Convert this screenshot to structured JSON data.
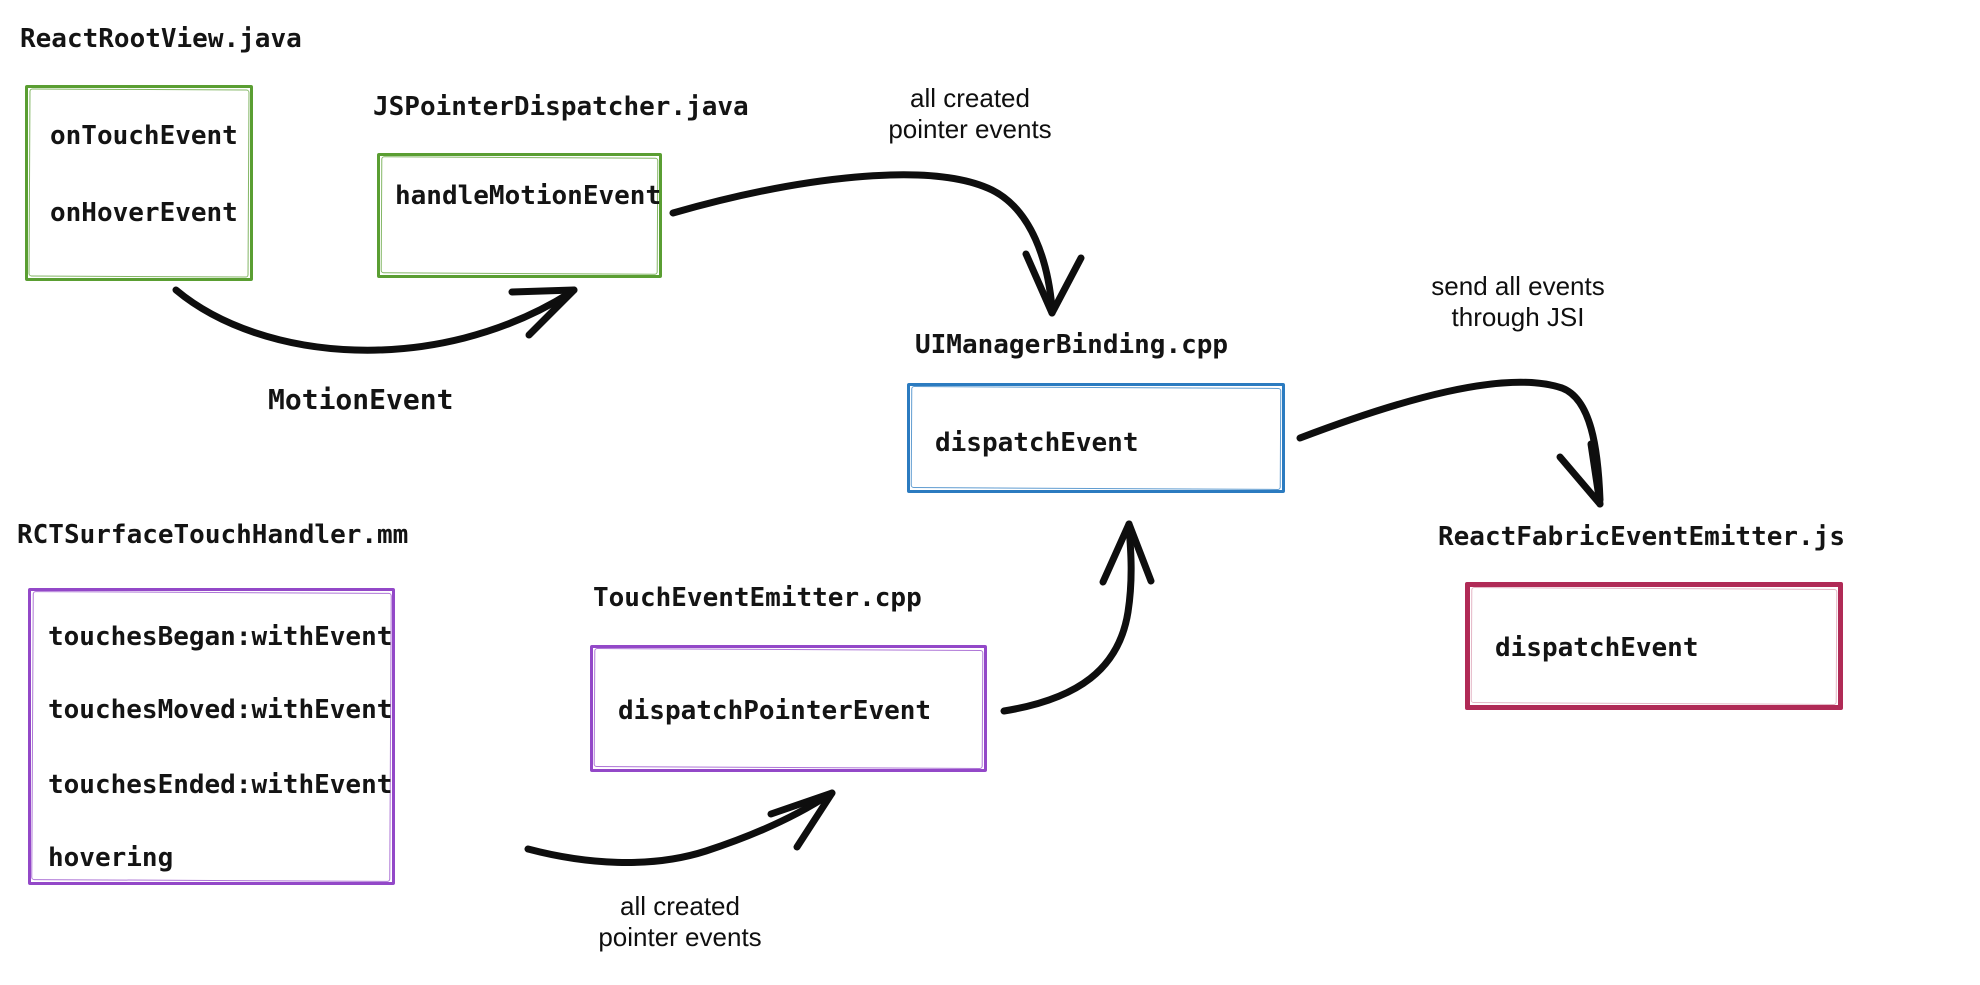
{
  "nodes": {
    "react_root_view": {
      "title": "ReactRootView.java",
      "accent": "#5a9e32",
      "items": [
        "onTouchEvent",
        "onHoverEvent"
      ]
    },
    "js_pointer_dispatcher": {
      "title": "JSPointerDispatcher.java",
      "accent": "#5a9e32",
      "items": [
        "handleMotionEvent"
      ]
    },
    "ui_manager_binding": {
      "title": "UIManagerBinding.cpp",
      "accent": "#2b7bc0",
      "items": [
        "dispatchEvent"
      ]
    },
    "rct_surface_touch_handler": {
      "title": "RCTSurfaceTouchHandler.mm",
      "accent": "#9348c8",
      "items": [
        "touchesBegan:withEvent",
        "touchesMoved:withEvent",
        "touchesEnded:withEvent",
        "hovering"
      ]
    },
    "touch_event_emitter": {
      "title": "TouchEventEmitter.cpp",
      "accent": "#9348c8",
      "items": [
        "dispatchPointerEvent"
      ]
    },
    "react_fabric_event_emitter": {
      "title": "ReactFabricEventEmitter.js",
      "accent": "#b02a56",
      "items": [
        "dispatchEvent"
      ]
    }
  },
  "edges": {
    "motion_event": {
      "from": "react_root_view",
      "to": "js_pointer_dispatcher",
      "label": "MotionEvent"
    },
    "pointer_events_android": {
      "from": "js_pointer_dispatcher",
      "to": "ui_manager_binding",
      "label_line1": "all created",
      "label_line2": "pointer events"
    },
    "jsi": {
      "from": "ui_manager_binding",
      "to": "react_fabric_event_emitter",
      "label_line1": "send all events",
      "label_line2": "through JSI"
    },
    "pointer_events_ios": {
      "from": "rct_surface_touch_handler",
      "to": "touch_event_emitter",
      "label_line1": "all created",
      "label_line2": "pointer events"
    },
    "dispatch_to_binding": {
      "from": "touch_event_emitter",
      "to": "ui_manager_binding"
    }
  },
  "ink_color": "#0e0e0e"
}
